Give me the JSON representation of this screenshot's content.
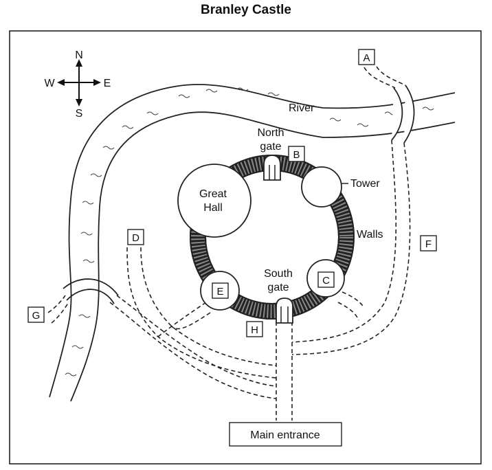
{
  "title": "Branley Castle",
  "compass": {
    "n": "N",
    "s": "S",
    "e": "E",
    "w": "W"
  },
  "labels": {
    "river": "River",
    "north_gate_line1": "North",
    "north_gate_line2": "gate",
    "tower": "Tower",
    "walls": "Walls",
    "great_hall_line1": "Great",
    "great_hall_line2": "Hall",
    "south_gate_line1": "South",
    "south_gate_line2": "gate",
    "main_entrance": "Main entrance"
  },
  "markers": {
    "A": "A",
    "B": "B",
    "C": "C",
    "D": "D",
    "E": "E",
    "F": "F",
    "G": "G",
    "H": "H"
  }
}
